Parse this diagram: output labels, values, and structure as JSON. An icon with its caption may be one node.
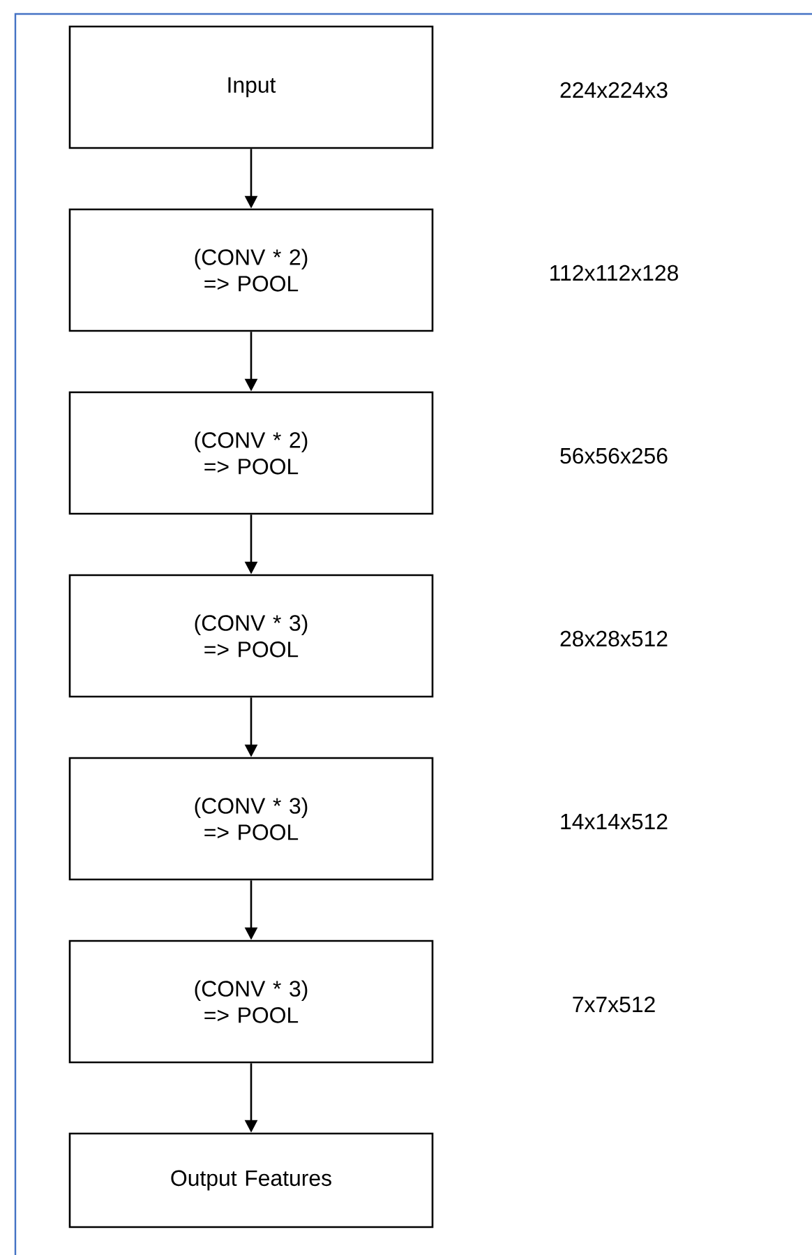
{
  "diagram": {
    "nodes": [
      {
        "text": [
          "Input"
        ]
      },
      {
        "text": [
          "(CONV * 2) => POOL"
        ]
      },
      {
        "text": [
          "(CONV * 2) => POOL"
        ]
      },
      {
        "text": [
          "(CONV * 3) => POOL"
        ]
      },
      {
        "text": [
          "(CONV * 3) => POOL"
        ]
      },
      {
        "text": [
          "(CONV * 3) => POOL"
        ]
      },
      {
        "text": [
          "Output Features"
        ]
      }
    ],
    "edges": [
      {
        "from": 0,
        "to": 1,
        "arrow": "to"
      },
      {
        "from": 1,
        "to": 2,
        "arrow": "to"
      },
      {
        "from": 2,
        "to": 3,
        "arrow": "to"
      },
      {
        "from": 3,
        "to": 4,
        "arrow": "to"
      },
      {
        "from": 4,
        "to": 5,
        "arrow": "to"
      },
      {
        "from": 5,
        "to": 6,
        "arrow": "to"
      }
    ],
    "labels": [
      "224x224x3",
      "112x112x128",
      "56x56x256",
      "28x28x512",
      "14x14x512",
      "7x7x512"
    ]
  }
}
